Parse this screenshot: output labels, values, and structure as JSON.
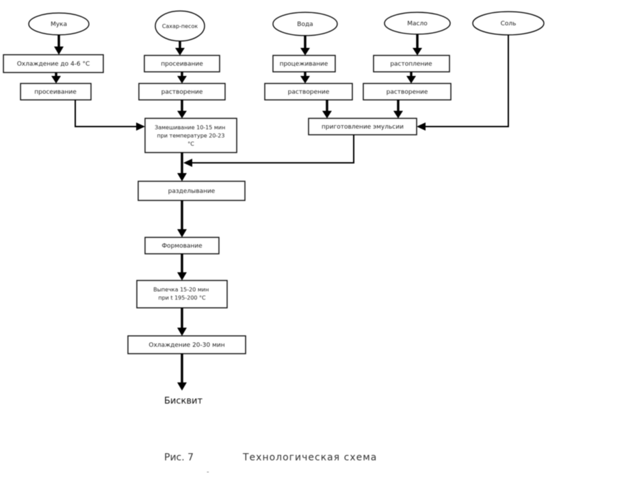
{
  "diagram": {
    "oval_nodes": [
      "Мука",
      "Сахар-песок",
      "Вода",
      "Масло",
      "Соль"
    ],
    "nodes": {
      "c1r1": "Охлаждение до 4-6 °С",
      "c1r2": "просеивание",
      "c2r1": "просеивание",
      "c2r2": "растворение",
      "c3r1": "процеживание",
      "c3r2": "растворение",
      "c4r1": "растопление",
      "c4r2": "растворение",
      "knead": "Замешивание 10-15 мин при температуре 20-23 °С",
      "emulsion": "приготовление эмульсии",
      "divide": "разделывание",
      "shape": "Формование",
      "bake": "Выпечка 15-20 мин при t 195-200 °С",
      "cool": "Охлаждение 20-30 мин",
      "final": "Бисквит"
    },
    "caption": {
      "figure": "Рис. 7",
      "title": "Технологическая схема"
    }
  }
}
